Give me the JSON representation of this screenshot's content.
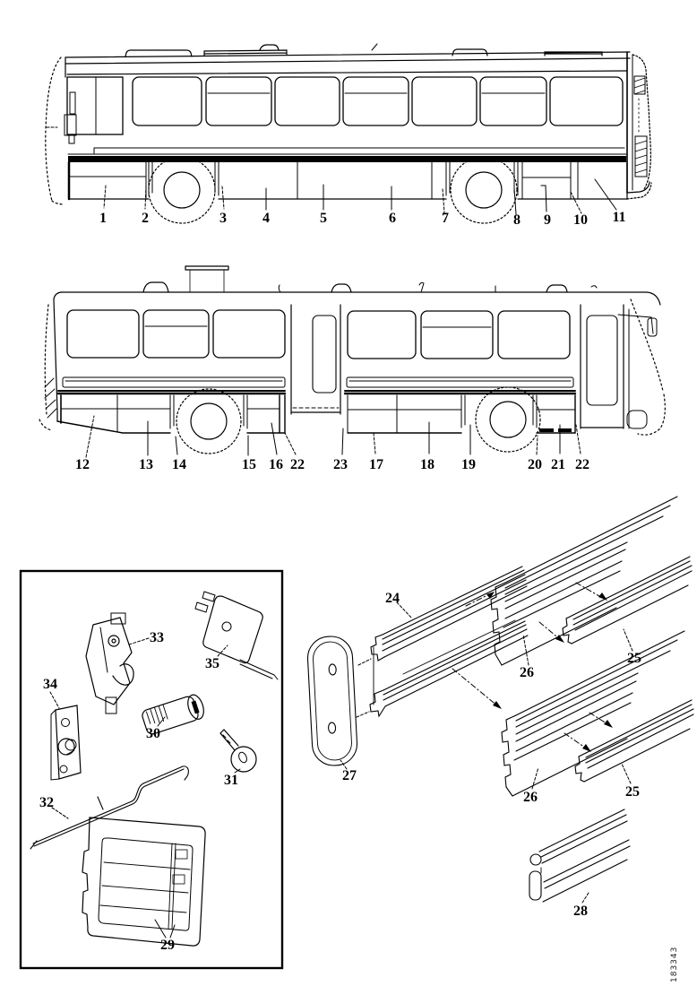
{
  "callouts": {
    "left_view": [
      "1",
      "2",
      "3",
      "4",
      "5",
      "6",
      "7",
      "8",
      "9",
      "10",
      "11"
    ],
    "right_view": [
      "12",
      "13",
      "14",
      "15",
      "16",
      "17",
      "18",
      "19",
      "20",
      "21",
      "22",
      "23"
    ],
    "lock_assembly": [
      "29",
      "30",
      "31",
      "32",
      "33",
      "34",
      "35"
    ],
    "moldings": [
      "24",
      "25",
      "26",
      "27",
      "28"
    ]
  },
  "footer": {
    "drawing_number": "183343"
  }
}
